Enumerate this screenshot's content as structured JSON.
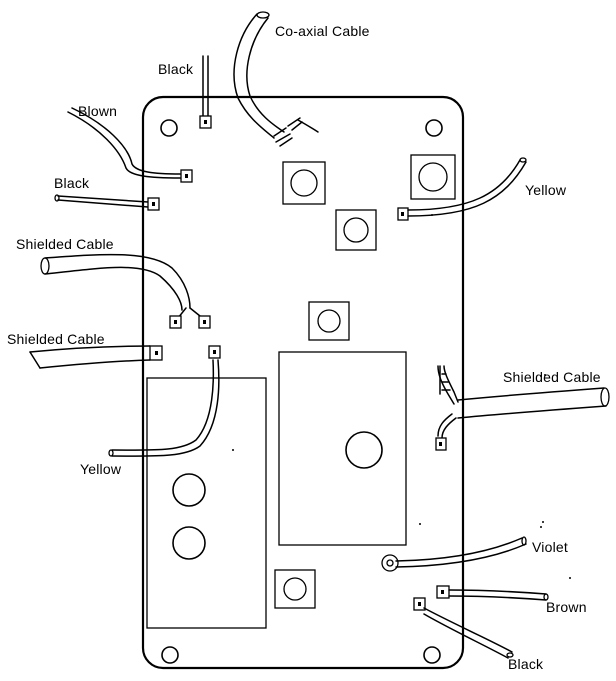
{
  "labels": {
    "coaxial_cable": "Co-axial Cable",
    "black_top": "Black",
    "blown": "Blown",
    "black_left": "Black",
    "shielded_cable_left_1": "Shielded Cable",
    "shielded_cable_left_2": "Shielded Cable",
    "yellow_left": "Yellow",
    "yellow_right": "Yellow",
    "shielded_cable_right": "Shielded Cable",
    "violet": "Violet",
    "brown": "Brown",
    "black_bottom": "Black"
  }
}
